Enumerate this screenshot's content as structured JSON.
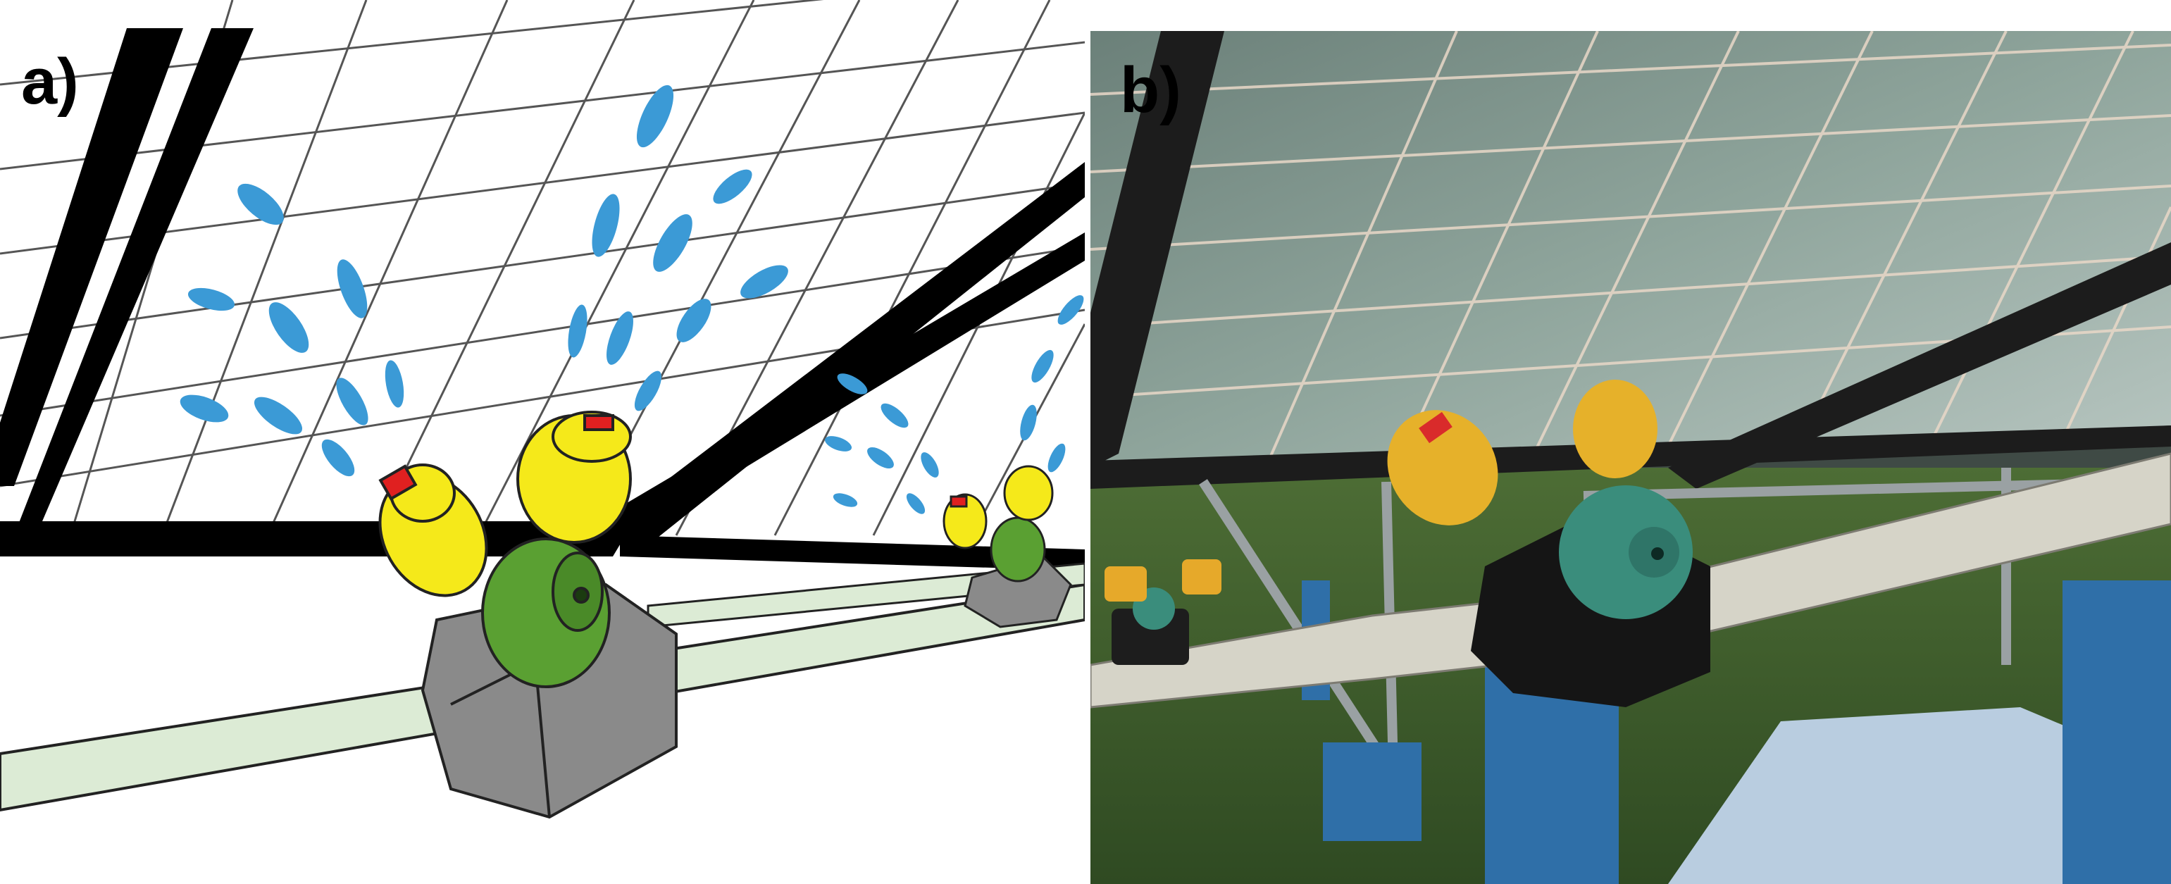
{
  "figure": {
    "panels": [
      {
        "id": "a",
        "label": "a)"
      },
      {
        "id": "b",
        "label": "b)"
      }
    ]
  },
  "colors": {
    "droplet": "#3b9ad6",
    "nozzle_cap_yellow": "#f5e91a",
    "nozzle_body_green": "#5aa032",
    "clamp_gray": "#8a8a8a",
    "pipe_light_green": "#dcebd5",
    "photo_nozzle_teal": "#3a8d7c",
    "photo_support_blue": "#2f6fa8"
  }
}
